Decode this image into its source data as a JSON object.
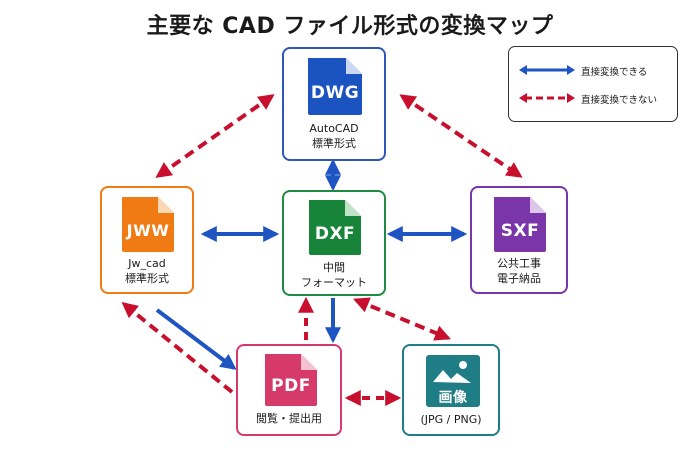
{
  "title": "主要な CAD ファイル形式の変換マップ",
  "colors": {
    "direct": "#1f54c3",
    "indirect": "#c8102e"
  },
  "legend": {
    "direct_label": "直接変換できる",
    "indirect_label": "直接変換できない"
  },
  "nodes": {
    "dwg": {
      "ext": "DWG",
      "line1": "AutoCAD",
      "line2": "標準形式",
      "color": "#1b54c0",
      "border": "#2d57b8"
    },
    "jww": {
      "ext": "JWW",
      "line1": "Jw_cad",
      "line2": "標準形式",
      "color": "#f07a14",
      "border": "#f07a14"
    },
    "dxf": {
      "ext": "DXF",
      "line1": "中間",
      "line2": "フォーマット",
      "color": "#17843a",
      "border": "#1f8a44"
    },
    "sxf": {
      "ext": "SXF",
      "line1": "公共工事",
      "line2": "電子納品",
      "color": "#7a35a8",
      "border": "#7a35a8"
    },
    "pdf": {
      "ext": "PDF",
      "line1": "閲覧・提出用",
      "line2": "",
      "color": "#d63a6a",
      "border": "#d63a6a"
    },
    "img": {
      "label": "画像",
      "line1": "(JPG / PNG)",
      "line2": "",
      "color": "#1f7d85",
      "border": "#1f7d85"
    }
  }
}
